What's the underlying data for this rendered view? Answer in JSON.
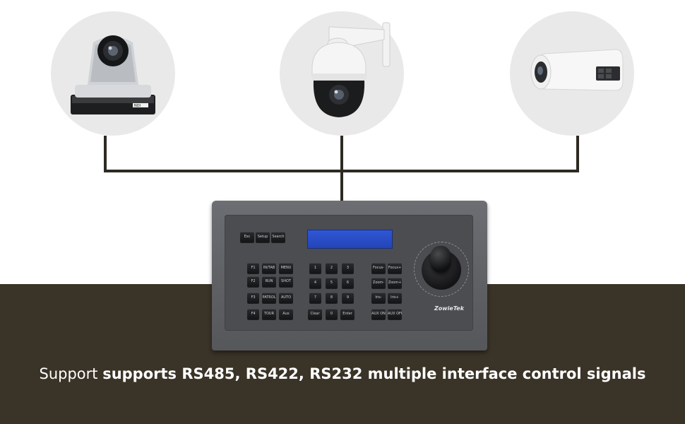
{
  "caption": {
    "prefix": "Support ",
    "bold": "supports RS485, RS422, RS232 multiple interface control signals"
  },
  "devices": [
    {
      "name": "ptz-camera",
      "label": "NDI"
    },
    {
      "name": "speed-dome-camera"
    },
    {
      "name": "bullet-camera"
    }
  ],
  "keyboard": {
    "brand": "ZowieTek",
    "top_keys": [
      "Esc",
      "Setup",
      "Search"
    ],
    "fn_keys": [
      [
        "F1",
        "IN/TAB",
        "MENU"
      ],
      [
        "F2",
        "RUN",
        "SHOT"
      ],
      [
        "F3",
        "PATROL",
        "AUTO"
      ],
      [
        "F4",
        "TOUR",
        "Aux"
      ]
    ],
    "num_keys": [
      [
        "1",
        "2",
        "3"
      ],
      [
        "4",
        "5",
        "6"
      ],
      [
        "7",
        "8",
        "9"
      ],
      [
        "Clear",
        "0",
        "Enter"
      ]
    ],
    "lens_keys": [
      [
        "Focus-",
        "Focus+"
      ],
      [
        "Zoom-",
        "Zoom+"
      ],
      [
        "Iris-",
        "Iris+"
      ],
      [
        "AUX ON",
        "AUX OFF"
      ]
    ]
  },
  "colors": {
    "floor": "#3a3327",
    "wire": "#2e2a22",
    "circle": "#e9e9e9",
    "lcd": "#2f56d4"
  }
}
